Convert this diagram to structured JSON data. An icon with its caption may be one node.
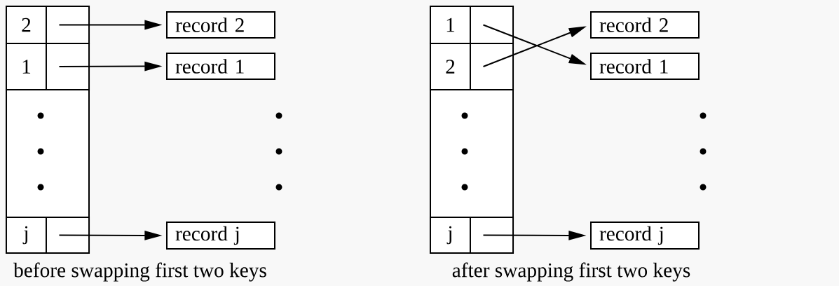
{
  "diagram": {
    "nodes": [
      {
        "text": [
          "2"
        ]
      },
      {
        "text": [],
        "shape": "box"
      },
      {
        "text": [
          "1"
        ]
      },
      {
        "text": [],
        "shape": "box"
      },
      {
        "text": [
          "j"
        ]
      },
      {
        "text": [],
        "shape": "box"
      },
      {
        "text": [
          "record 2"
        ]
      },
      {
        "text": [
          "record 1"
        ]
      },
      {
        "text": [
          "record j"
        ]
      },
      {
        "text": [
          "1"
        ]
      },
      {
        "text": [],
        "shape": "box"
      },
      {
        "text": [
          "2"
        ]
      },
      {
        "text": [],
        "shape": "box"
      },
      {
        "text": [
          "j"
        ]
      },
      {
        "text": [],
        "shape": "box"
      },
      {
        "text": [
          "record 2"
        ]
      },
      {
        "text": [
          "record 1"
        ]
      },
      {
        "text": [
          "record j"
        ]
      }
    ],
    "edges": [
      {
        "from": 1,
        "to": 6,
        "arrow": "to"
      },
      {
        "from": 3,
        "to": 7,
        "arrow": "to"
      },
      {
        "from": 5,
        "to": 8,
        "arrow": "to"
      },
      {
        "from": 10,
        "to": 16,
        "arrow": "to"
      },
      {
        "from": 12,
        "to": 15,
        "arrow": "to"
      },
      {
        "from": 14,
        "to": 17,
        "arrow": "to"
      }
    ],
    "labels": [
      "before swapping first two keys",
      "after swapping first two keys"
    ]
  }
}
